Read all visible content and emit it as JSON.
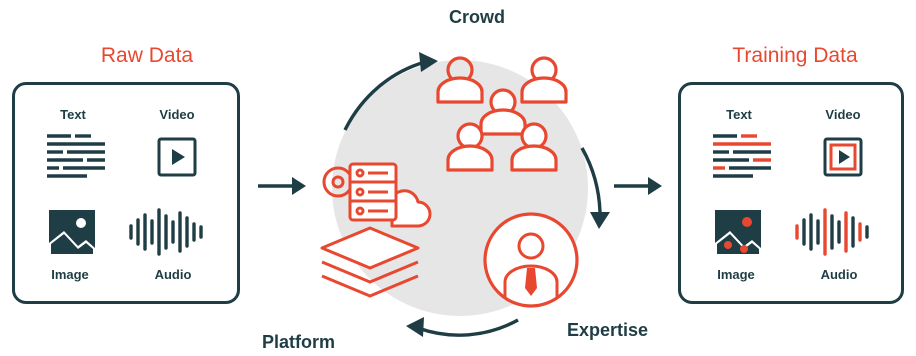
{
  "raw": {
    "title": "Raw Data",
    "text_label": "Text",
    "video_label": "Video",
    "image_label": "Image",
    "audio_label": "Audio"
  },
  "training": {
    "title": "Training Data",
    "text_label": "Text",
    "video_label": "Video",
    "image_label": "Image",
    "audio_label": "Audio"
  },
  "cycle": {
    "crowd_label": "Crowd",
    "expertise_label": "Expertise",
    "platform_label": "Platform"
  },
  "colors": {
    "dark": "#1f3d45",
    "accent": "#e8482f",
    "circle_bg": "#e6e6e6"
  }
}
